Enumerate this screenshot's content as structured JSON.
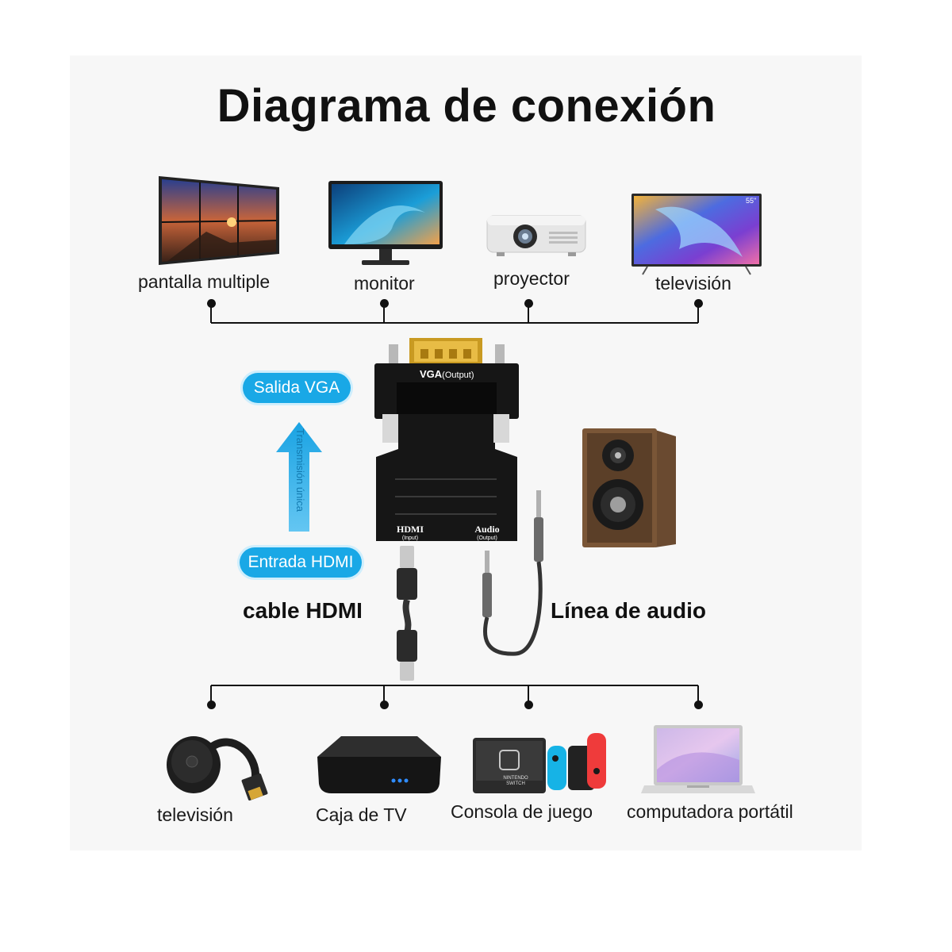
{
  "title": "Diagrama de conexión",
  "outputs": [
    {
      "label": "pantalla multiple",
      "icon": "video-wall-icon"
    },
    {
      "label": "monitor",
      "icon": "monitor-icon"
    },
    {
      "label": "proyector",
      "icon": "projector-icon"
    },
    {
      "label": "televisión",
      "icon": "television-icon",
      "badge": "55\""
    }
  ],
  "adapter": {
    "vga_label": "VGA",
    "vga_sub": "(Output)",
    "hdmi_label": "HDMI",
    "hdmi_sub": "(Input)",
    "audio_label": "Audio",
    "audio_sub": "(Output)"
  },
  "flow": {
    "output_pill": "Salida VGA",
    "input_pill": "Entrada HDMI",
    "direction": "Transmisión única"
  },
  "cables": {
    "hdmi": "cable HDMI",
    "audio": "Línea de audio"
  },
  "inputs": [
    {
      "label": "televisión",
      "icon": "tv-dongle-icon"
    },
    {
      "label": "Caja de TV",
      "icon": "tv-box-icon"
    },
    {
      "label": "Consola de juego",
      "icon": "game-console-icon",
      "console_text": "NINTENDO SWITCH"
    },
    {
      "label": "computadora portátil",
      "icon": "laptop-icon"
    }
  ],
  "colors": {
    "pill_blue": "#19a8e6",
    "arrow_blue": "#1aa3e3",
    "adapter_black": "#161616",
    "gold": "#d4a22a"
  }
}
